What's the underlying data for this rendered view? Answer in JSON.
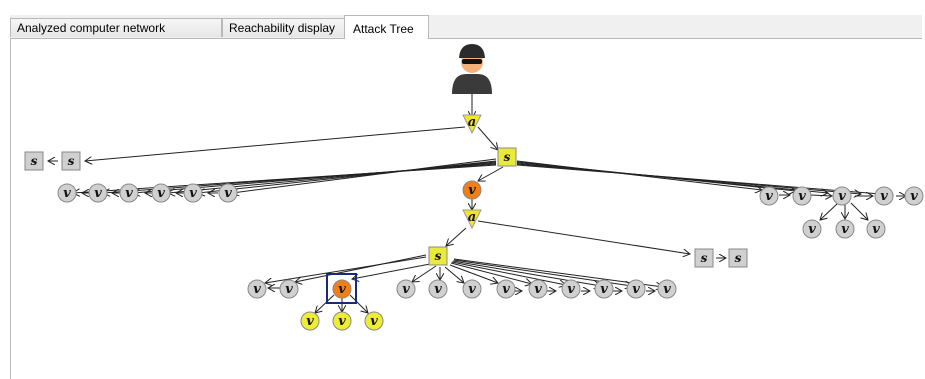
{
  "tabs": [
    {
      "label": "Analyzed computer network"
    },
    {
      "label": "Reachability display"
    },
    {
      "label": "Attack Tree"
    }
  ],
  "active_tab": "Attack Tree",
  "tree": {
    "root_icon": "hacker-icon",
    "labels": {
      "action": "a",
      "state": "s",
      "vulnerability": "v"
    },
    "colors": {
      "action_fill": "#f2e62a",
      "state_fill": "#e9ea3a",
      "gray_fill": "#d0d0d0",
      "selected_fill": "#f07f18",
      "yellow_fill": "#eded36",
      "selection_border": "#1a2a7a"
    }
  }
}
